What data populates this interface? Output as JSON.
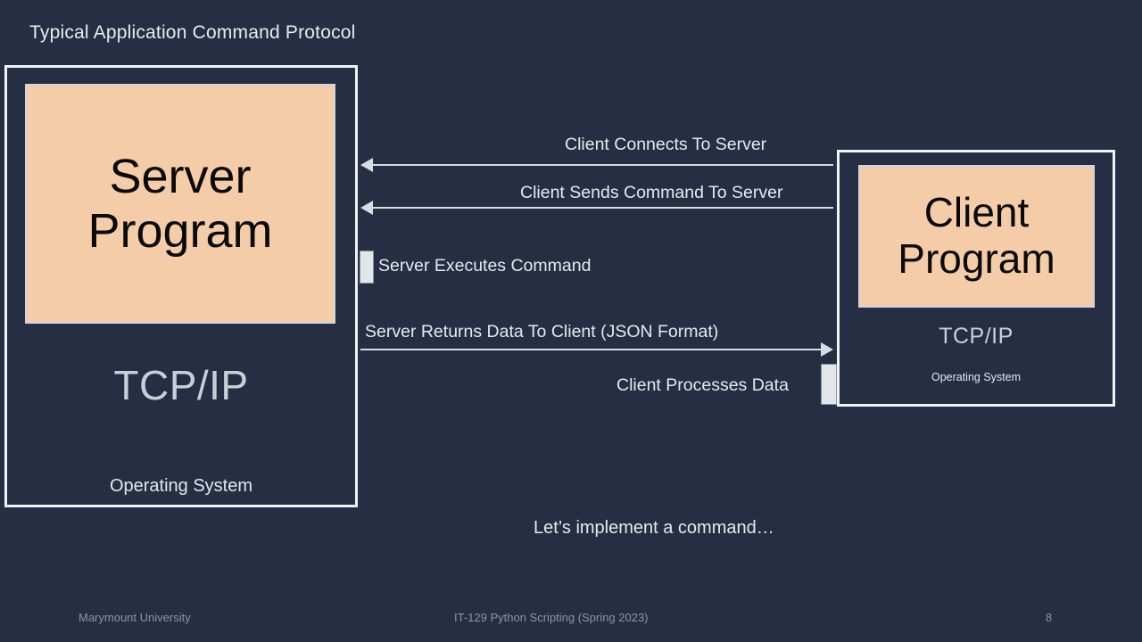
{
  "slide": {
    "title": "Typical Application Command Protocol",
    "closing_note": "Let’s implement a command…",
    "background_color": "#252E42",
    "accent_color": "#F5CCA8",
    "text_color": "#E6E9EF",
    "muted_text_color": "#8D95A5"
  },
  "server": {
    "program_line1": "Server",
    "program_line2": "Program",
    "tcpip_label": "TCP/IP",
    "os_label": "Operating System"
  },
  "client": {
    "program_line1": "Client",
    "program_line2": "Program",
    "tcpip_label": "TCP/IP",
    "os_label": "Operating System"
  },
  "messages": [
    {
      "id": "msg1",
      "label": "Client Connects To Server",
      "direction": "client-to-server"
    },
    {
      "id": "msg2",
      "label": "Client Sends Command To Server",
      "direction": "client-to-server"
    },
    {
      "id": "msg3",
      "label": "Server Executes Command",
      "direction": "server-internal"
    },
    {
      "id": "msg4",
      "label": "Server Returns Data To Client (JSON Format)",
      "direction": "server-to-client"
    },
    {
      "id": "msg5",
      "label": "Client Processes Data",
      "direction": "client-internal"
    }
  ],
  "footer": {
    "left": "Marymount University",
    "center": "IT-129  Python Scripting (Spring 2023)",
    "page_number": "8"
  }
}
